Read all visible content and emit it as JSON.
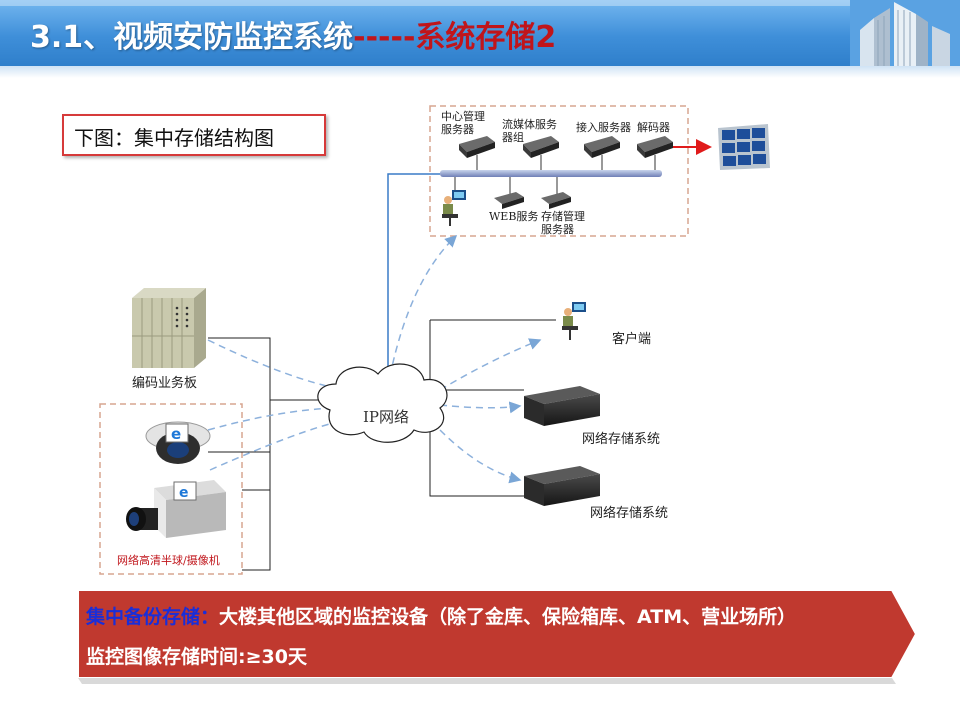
{
  "header": {
    "title_main": "3.1、视频安防监控系统",
    "title_sub": "-----系统存储2"
  },
  "caption": "下图：集中存储结构图",
  "diagram": {
    "servers": {
      "center": "中心管理\n服务器",
      "streaming": "流媒体服务\n器组",
      "access": "接入服务器",
      "decoder": "解码器",
      "web": "WEB服务",
      "storage_mgmt": "存储管理\n服务器"
    },
    "encoder_board": "编码业务板",
    "cameras_label": "网络高清半球/摄像机",
    "network": "IP网络",
    "client": "客户端",
    "storage1": "网络存储系统",
    "storage2": "网络存储系统"
  },
  "banner": {
    "highlight": "集中备份存储：",
    "line1_rest": "大楼其他区域的监控设备（除了金库、保险箱库、ATM、营业场所）",
    "line2": "监控图像存储时间:≥30天"
  },
  "colors": {
    "header_blue": "#3f8fd9",
    "title_red": "#c0151b",
    "banner_red": "#c0392f",
    "highlight_blue": "#1a2ed8"
  }
}
